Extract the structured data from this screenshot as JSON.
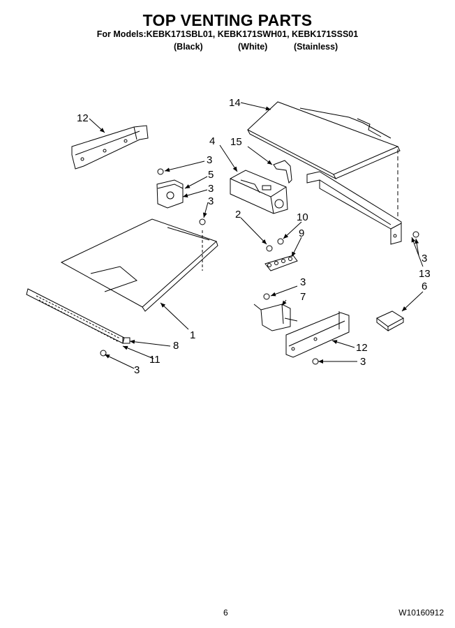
{
  "header": {
    "title": "TOP VENTING PARTS",
    "models": "For Models:KEBK171SBL01, KEBK171SWH01, KEBK171SSS01",
    "variants": [
      "(Black)",
      "(White)",
      "(Stainless)"
    ]
  },
  "callouts": [
    {
      "id": "c14",
      "label": "14"
    },
    {
      "id": "c12a",
      "label": "12"
    },
    {
      "id": "c4",
      "label": "4"
    },
    {
      "id": "c15",
      "label": "15"
    },
    {
      "id": "c3a",
      "label": "3"
    },
    {
      "id": "c5",
      "label": "5"
    },
    {
      "id": "c3b",
      "label": "3"
    },
    {
      "id": "c3c",
      "label": "3"
    },
    {
      "id": "c2",
      "label": "2"
    },
    {
      "id": "c10",
      "label": "10"
    },
    {
      "id": "c9",
      "label": "9"
    },
    {
      "id": "c3d",
      "label": "3"
    },
    {
      "id": "c13",
      "label": "13"
    },
    {
      "id": "c6",
      "label": "6"
    },
    {
      "id": "c3e",
      "label": "3"
    },
    {
      "id": "c7",
      "label": "7"
    },
    {
      "id": "c1",
      "label": "1"
    },
    {
      "id": "c8",
      "label": "8"
    },
    {
      "id": "c12b",
      "label": "12"
    },
    {
      "id": "c11",
      "label": "11"
    },
    {
      "id": "c3f",
      "label": "3"
    },
    {
      "id": "c3g",
      "label": "3"
    }
  ],
  "footer": {
    "page_number": "6",
    "doc_number": "W10160912"
  }
}
